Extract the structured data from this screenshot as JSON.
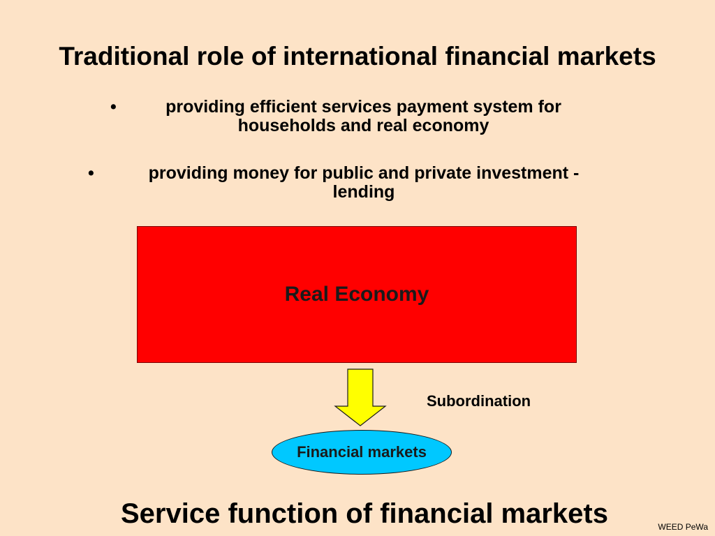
{
  "slide": {
    "title": "Traditional role of international financial markets",
    "bullets": [
      {
        "marker": "•",
        "text": "providing efficient services payment system for households and real economy"
      },
      {
        "marker": "•",
        "text": "providing money for public and private investment  - lending"
      }
    ],
    "diagram": {
      "real_economy_label": "Real Economy",
      "relation_label": "Subordination",
      "financial_markets_label": "Financial markets",
      "colors": {
        "background": "#fde3c7",
        "real_economy_fill": "#ff0000",
        "arrow_fill": "#ffff00",
        "financial_markets_fill": "#00c8ff"
      },
      "arrow_icon": "down-arrow-icon"
    },
    "bottom_title": "Service function of financial markets",
    "footer": "WEED PeWa"
  }
}
